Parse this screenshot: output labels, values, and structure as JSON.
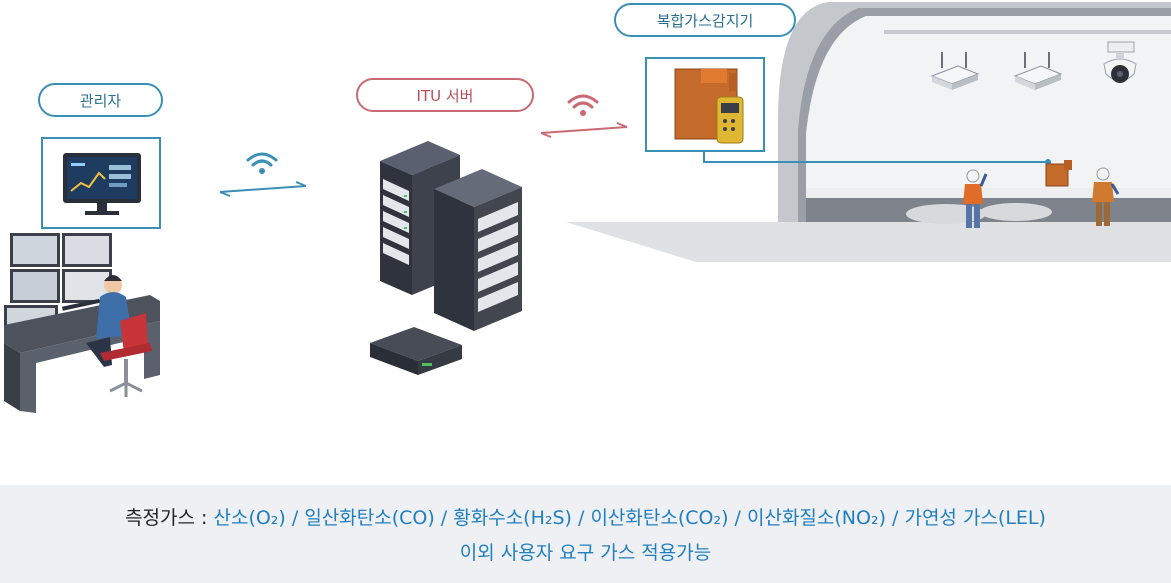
{
  "labels": {
    "admin": "관리자",
    "server": "ITU 서버",
    "detector": "복합가스감지기"
  },
  "footer": {
    "prefix": "측정가스 :",
    "gases": "산소(O₂) / 일산화탄소(CO) / 황화수소(H₂S) / 이산화탄소(CO₂) / 이산화질소(NO₂) / 가연성 가스(LEL)",
    "note": "이외 사용자 요구 가스 적용가능"
  },
  "colors": {
    "accent_blue": "#3a8fb7",
    "accent_red": "#c96a73",
    "text_blue": "#1f7fc0",
    "footer_bg": "#eef0f4"
  }
}
